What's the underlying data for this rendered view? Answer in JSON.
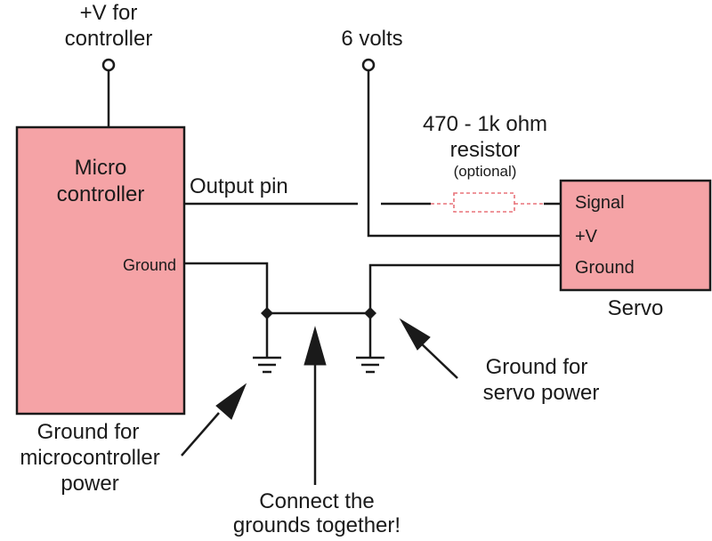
{
  "controller_supply": {
    "line1": "+V for",
    "line2": "controller"
  },
  "servo_supply": {
    "label": "6 volts"
  },
  "microcontroller": {
    "line1": "Micro",
    "line2": "controller",
    "ground_label": "Ground",
    "output_label": "Output pin"
  },
  "resistor": {
    "line1": "470 - 1k ohm",
    "line2": "resistor",
    "line3": "(optional)"
  },
  "servo": {
    "signal_label": "Signal",
    "plus_label": "+V",
    "ground_label": "Ground",
    "name": "Servo"
  },
  "annotations": {
    "servo_ground_1": "Ground for",
    "servo_ground_2": "servo power",
    "mc_ground_1": "Ground for",
    "mc_ground_2": "microcontroller",
    "mc_ground_3": "power",
    "connect_1": "Connect the",
    "connect_2": "grounds together!"
  },
  "colors": {
    "component_fill": "#f5a3a6",
    "resistor_stroke": "#e8737a",
    "ink": "#1a1a1a"
  }
}
